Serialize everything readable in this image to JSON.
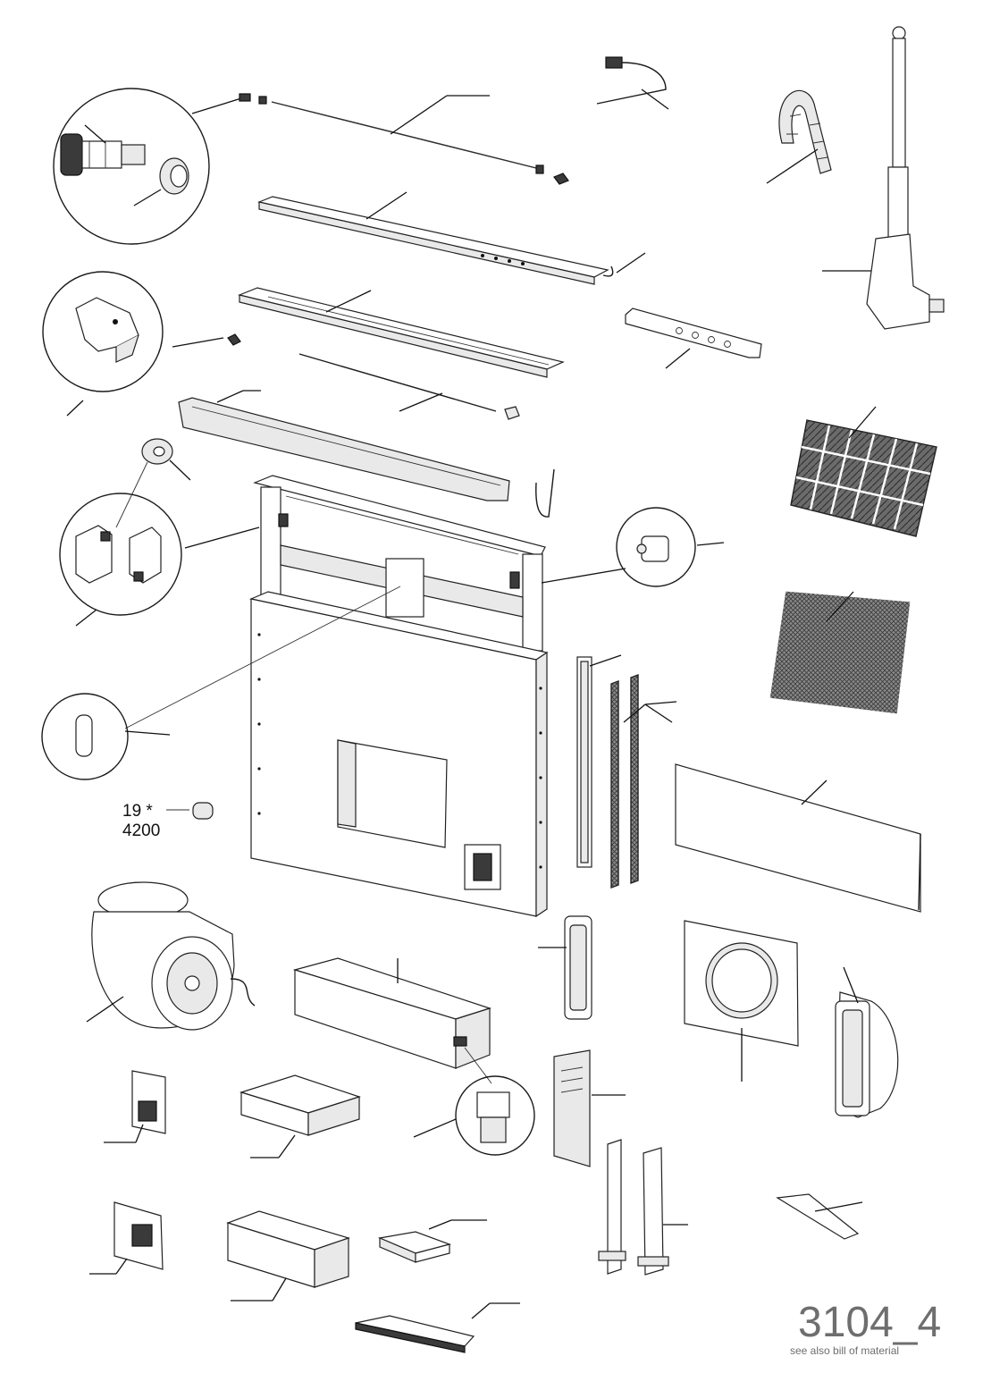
{
  "callout": {
    "qty": "19 *",
    "code": "4200"
  },
  "sheet": {
    "number": "3104_4",
    "note": "see also bill of material"
  },
  "colors": {
    "line": "#1a1a1a",
    "sheet_text": "#6e6e6e"
  }
}
